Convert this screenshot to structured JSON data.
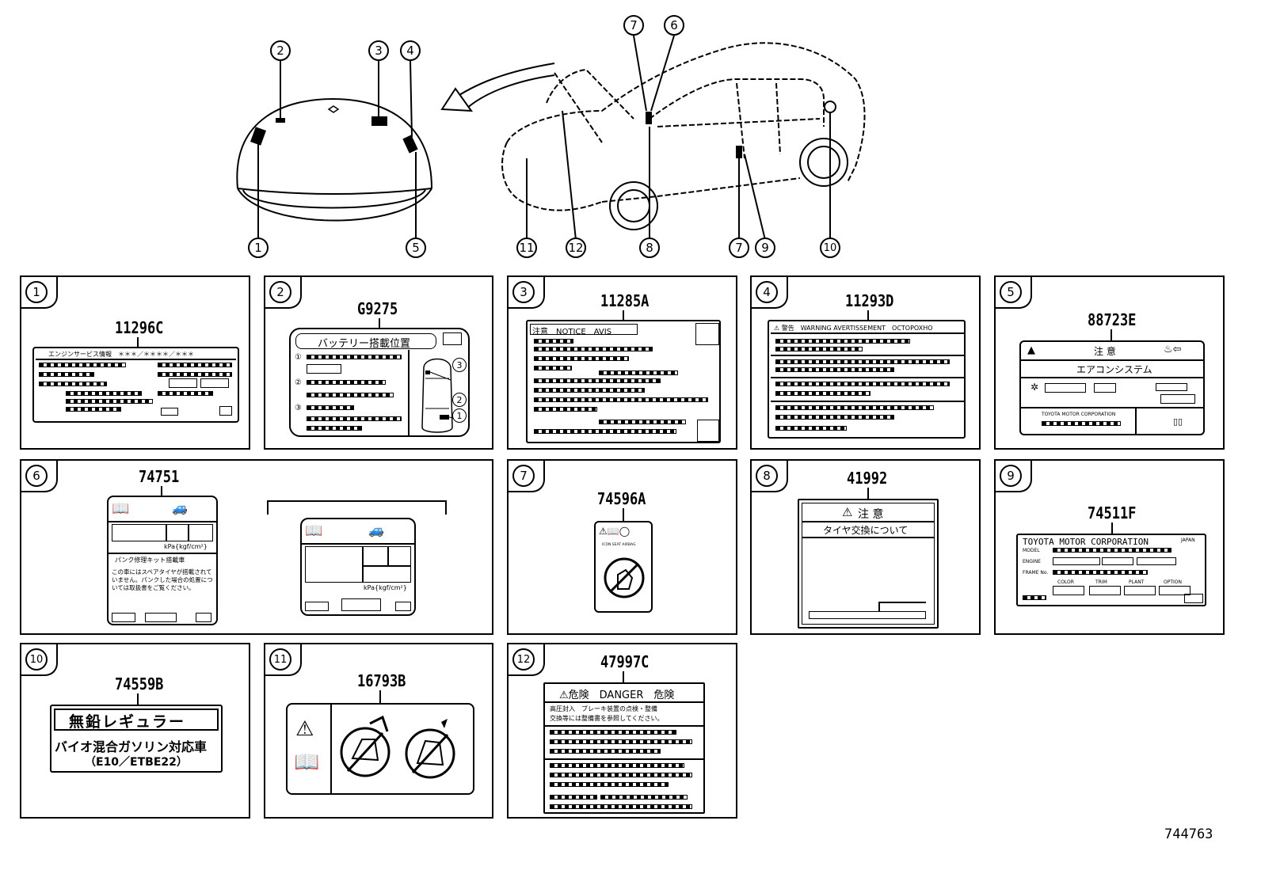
{
  "diagram_id": "744763",
  "callouts": [
    "1",
    "2",
    "3",
    "4",
    "5",
    "6",
    "7",
    "8",
    "9",
    "10",
    "11",
    "12"
  ],
  "panels": [
    {
      "no": "1",
      "part": "11296C",
      "header": "エンジンサービス情報　＊＊＊／＊＊＊＊／＊＊＊"
    },
    {
      "no": "2",
      "part": "G9275",
      "title": "バッテリー搭載位置",
      "marks": [
        "1",
        "2",
        "3"
      ]
    },
    {
      "no": "3",
      "part": "11285A",
      "header": "注意　NOTICE　AVIS"
    },
    {
      "no": "4",
      "part": "11293D",
      "header": "⚠ 警告　WARNING AVERTISSEMENT　OCTOPOXHO"
    },
    {
      "no": "5",
      "part": "88723E",
      "title": "注 意",
      "subtitle": "エアコンシステム",
      "footer": "TOYOTA MOTOR CORPORATION"
    },
    {
      "no": "6",
      "part": "74751",
      "unit": "kPa{kgf/cm²}",
      "kit": "パンク修理キット搭載車",
      "note": "この車にはスペアタイヤが搭載されていません。パンクした場合の処置については取扱書をご覧ください。"
    },
    {
      "no": "7",
      "part": "74596A",
      "caption": "ICON SEAT AIRBAG"
    },
    {
      "no": "8",
      "part": "41992",
      "title": "注 意",
      "subtitle": "タイヤ交換について"
    },
    {
      "no": "9",
      "part": "74511F",
      "maker": "TOYOTA MOTOR CORPORATION",
      "country": "JAPAN",
      "fields": [
        "MODEL",
        "ENGINE",
        "FRAME No."
      ],
      "cols": [
        "COLOR",
        "TRIM",
        "PLANT",
        "OPTION"
      ]
    },
    {
      "no": "10",
      "part": "74559B",
      "line1": "無鉛レギュラー",
      "line2": "バイオ混合ガソリン対応車",
      "line3": "（E10／ETBE22）"
    },
    {
      "no": "11",
      "part": "16793B"
    },
    {
      "no": "12",
      "part": "47997C",
      "header": "⚠危険　DANGER　危険",
      "text1": "高圧封入　ブレーキ装置の点検・整備",
      "text2": "交換等には整備書を参照してください。"
    }
  ]
}
